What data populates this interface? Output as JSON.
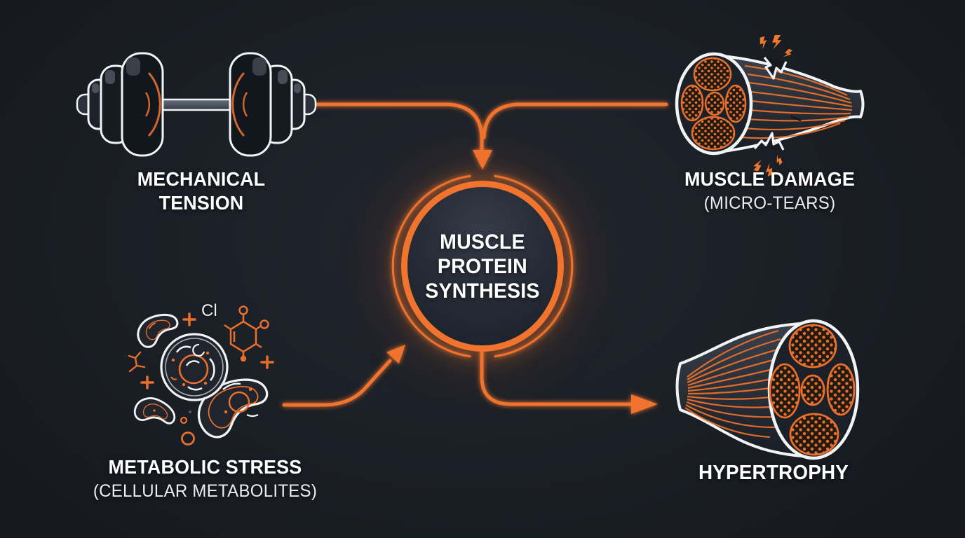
{
  "colors": {
    "background": "#171a20",
    "accent_orange": "#f0732e",
    "outline_white": "#f2f3f4",
    "text": "#ffffff"
  },
  "center_node": {
    "lines": [
      "MUSCLE",
      "PROTEIN",
      "SYNTHESIS"
    ]
  },
  "nodes": {
    "mechanical_tension": {
      "icon": "dumbbell-icon",
      "lines": [
        "MECHANICAL",
        "TENSION"
      ]
    },
    "muscle_damage": {
      "icon": "torn-muscle-cross-section-icon",
      "label": "MUSCLE DAMAGE",
      "sublabel": "(MICRO-TEARS)"
    },
    "metabolic_stress": {
      "icon": "cells-metabolites-icon",
      "label": "METABOLIC STRESS",
      "sublabel": "(CELLULAR METABOLITES)",
      "molecule_label": "Cl"
    },
    "hypertrophy": {
      "icon": "muscle-cross-section-icon",
      "label": "HYPERTROPHY"
    }
  }
}
